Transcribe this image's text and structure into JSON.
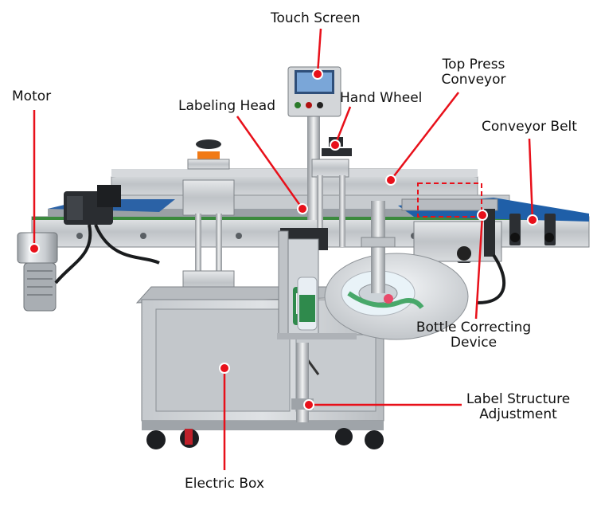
{
  "diagram": {
    "accent_color": "#e8101a",
    "labels": {
      "touch_screen": "Touch Screen",
      "top_press_conveyor_1": "Top Press",
      "top_press_conveyor_2": "Conveyor",
      "motor": "Motor",
      "labeling_head": "Labeling Head",
      "hand_wheel": "Hand Wheel",
      "conveyor_belt": "Conveyor Belt",
      "bottle_correcting_device_1": "Bottle Correcting",
      "bottle_correcting_device_2": "Device",
      "label_structure_adjustment_1": "Label Structure",
      "label_structure_adjustment_2": "Adjustment",
      "electric_box": "Electric Box"
    }
  }
}
